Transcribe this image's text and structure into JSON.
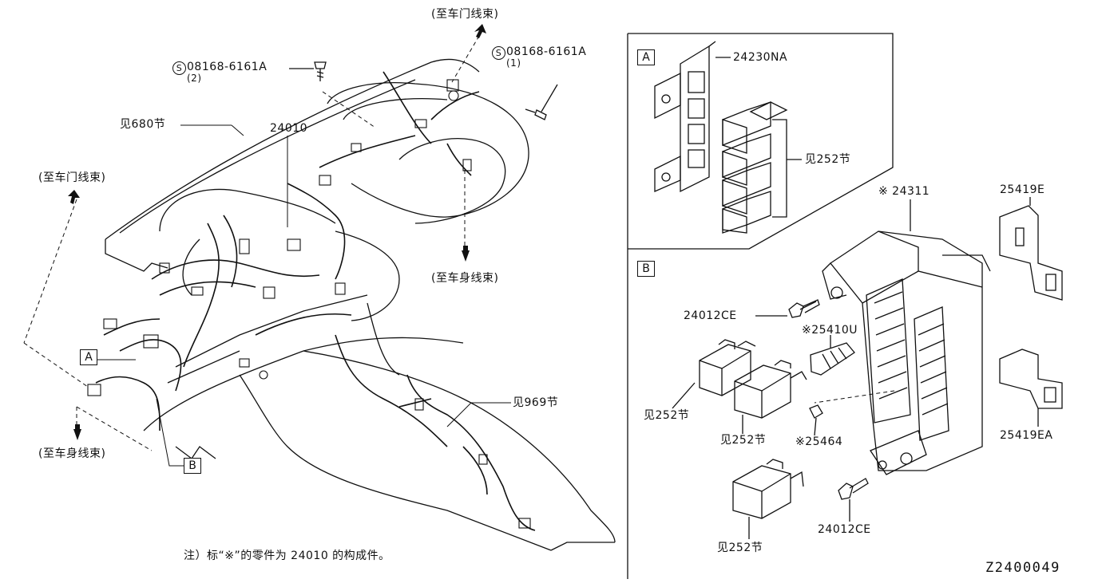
{
  "labels": {
    "to_door_top": "(至车门线束)",
    "to_door_left": "(至车门线束)",
    "to_body_center": "(至车身线束)",
    "to_body_left": "(至车身线束)",
    "bolt_a_part": "08168-6161A",
    "bolt_a_qty": "(2)",
    "bolt_b_part": "08168-6161A",
    "bolt_b_qty": "(1)",
    "bolt_symbol": "S",
    "see_680": "见680节",
    "part_24010": "24010",
    "see_969": "见969节",
    "callout_a": "A",
    "callout_b": "B",
    "part_24230na": "24230NA",
    "see_252_relay_a": "见252节",
    "part_24311": "※ 24311",
    "part_25419e": "25419E",
    "part_24012ce_top": "24012CE",
    "part_25410u": "※25410U",
    "see_252_relay_b1": "见252节",
    "see_252_relay_b2": "见252节",
    "part_25464": "※25464",
    "part_25419ea": "25419EA",
    "part_24012ce_bottom": "24012CE",
    "see_252_relay_b3": "见252节",
    "footnote": "注）标“※”的零件为 24010 的构成件。",
    "diagram_code": "Z2400049"
  }
}
